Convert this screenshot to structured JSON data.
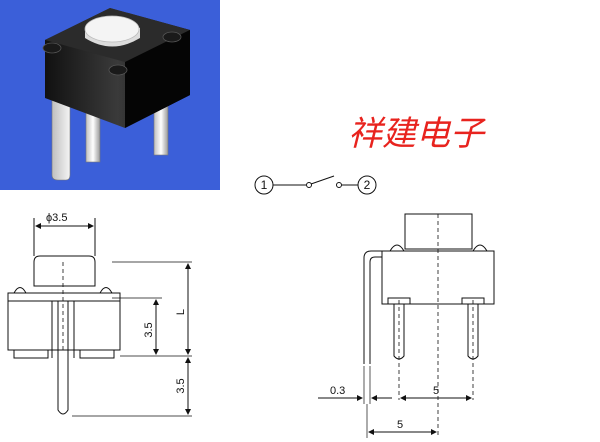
{
  "brand_text": "祥建电子",
  "photo": {
    "background_color": "#3b5fd9",
    "description_icon": "tactile-switch-photo"
  },
  "schematic": {
    "node_1": "1",
    "node_2": "2"
  },
  "front_view": {
    "diameter_label": "ϕ3.5",
    "height_label_1": "3.5",
    "length_label": "L",
    "pin_length_label": "3.5"
  },
  "side_view": {
    "offset_label": "0.3",
    "pin_pitch_label": "5",
    "body_width_label": "5"
  }
}
